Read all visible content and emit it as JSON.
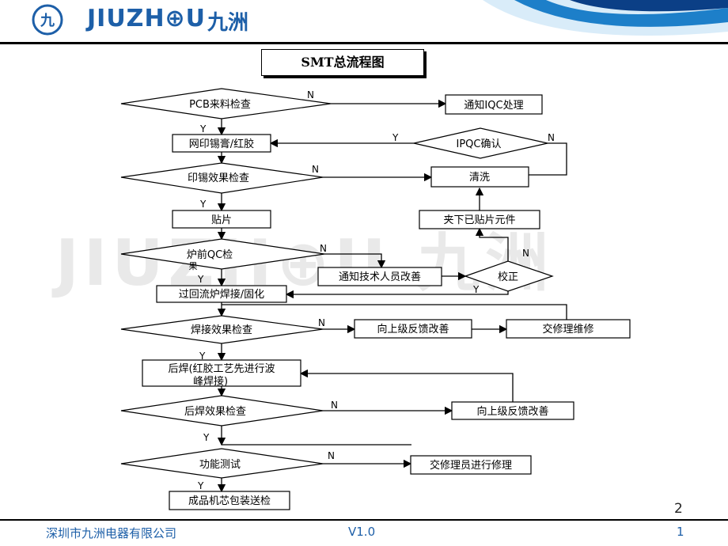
{
  "header": {
    "logo_text": "JIUZH⊕U",
    "logo_cn": "九洲"
  },
  "title": "SMT总流程图",
  "nodes": {
    "pcb_check": "PCB来料检查",
    "notify_iqc": "通知IQC处理",
    "print_paste": "网印锡膏/红胶",
    "ipqc": "IPQC确认",
    "print_check": "印锡效果检查",
    "clean": "清洗",
    "remove_parts": "夹下已贴片元件",
    "place": "贴片",
    "pre_oven_qc": "炉前QC检",
    "pre_oven_qc_extra": "果",
    "notify_tech": "通知技术人员改善",
    "correct": "校正",
    "reflow": "过回流炉焊接/固化",
    "weld_check": "焊接效果检查",
    "feedback_up": "向上级反馈改善",
    "repair": "交修理维修",
    "post_weld": "后焊(红胶工艺先进行波",
    "post_weld_2": "峰焊接)",
    "post_weld_check": "后焊效果检查",
    "feedback_up2": "向上级反馈改善",
    "func_test": "功能测试",
    "repair_staff": "交修理员进行修理",
    "finished": "成品机芯包装送检"
  },
  "labels": {
    "y": "Y",
    "n": "N"
  },
  "footer": {
    "company": "深圳市九洲电器有限公司",
    "version": "V1.0",
    "page": "1",
    "slide_number": "2"
  },
  "colors": {
    "brand_blue": "#1d5fa8",
    "line": "#000000"
  }
}
